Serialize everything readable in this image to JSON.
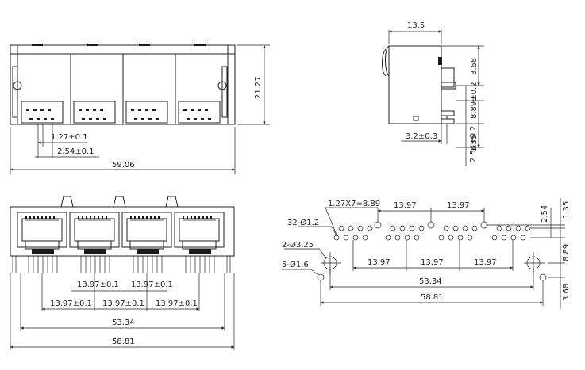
{
  "front_view": {
    "pitch_small": "1.27±0.1",
    "pitch_large": "2.54±0.1",
    "width": "59.06",
    "height": "21.27"
  },
  "side_view": {
    "depth": "13.5",
    "offset_top": "3.68",
    "offset_mid": "8.89±0.2",
    "offset_bottom": "1.35",
    "post_offset": "3.2±0.3",
    "lead_spacing": "2.54±0.2"
  },
  "bottom_view": {
    "port_pitch_inner_1": "13.97±0.1",
    "port_pitch_inner_2": "13.97±0.1",
    "port_pitch_outer_1": "13.97±0.1",
    "port_pitch_outer_2": "13.97±0.1",
    "port_pitch_outer_3": "13.97±0.1",
    "post_span": "53.34",
    "total_width": "58.81"
  },
  "pcb_layout": {
    "pin_pitch": "1.27X7=8.89",
    "upper_pitch_1": "13.97",
    "upper_pitch_2": "13.97",
    "lower_pitch_1": "13.97",
    "lower_pitch_2": "13.97",
    "lower_pitch_3": "13.97",
    "hole_small": "32-Ø1.2",
    "hole_large": "2-Ø3.25",
    "hole_medium": "5-Ø1.6",
    "span_inner": "53.34",
    "span_outer": "58.81",
    "right_1": "1.35",
    "right_2": "2.54",
    "right_3": "8.89",
    "right_4": "3.68"
  }
}
